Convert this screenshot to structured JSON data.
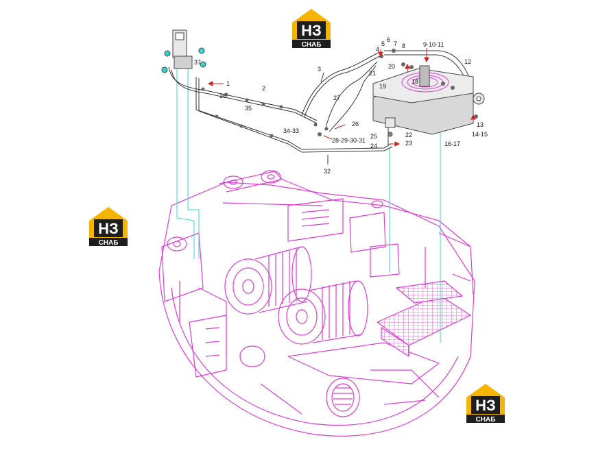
{
  "watermark": {
    "brand_text": "НЗ",
    "sub_text": "СНАБ",
    "colors": {
      "yellow": "#f5b400",
      "dark": "#1e1e1e",
      "white": "#ffffff"
    }
  },
  "diagram": {
    "colors": {
      "machine": "#e23ad8",
      "pipe": "#333333",
      "leader": "#33d4d0",
      "callout_arrow": "#d22222",
      "tank": "#c7c7c7"
    },
    "callouts": {
      "c1": "1",
      "c2": "2",
      "c3": "3",
      "c5": "5",
      "c6": "6",
      "c7": "7",
      "c8": "8",
      "c4": "4",
      "c9_10_11": "9-10-11",
      "c12": "12",
      "c13": "13",
      "c14_15": "14-15",
      "c16_17": "16-17",
      "c18": "18",
      "c19": "19",
      "c20": "20",
      "c21": "21",
      "c22": "22",
      "c23": "23",
      "c24": "24",
      "c25": "25",
      "c26": "26",
      "c27": "27",
      "c28_31": "28-29-30-31",
      "c32": "32",
      "c34_33": "34-33",
      "c35": "35",
      "c36": "36",
      "c37": "37"
    }
  }
}
